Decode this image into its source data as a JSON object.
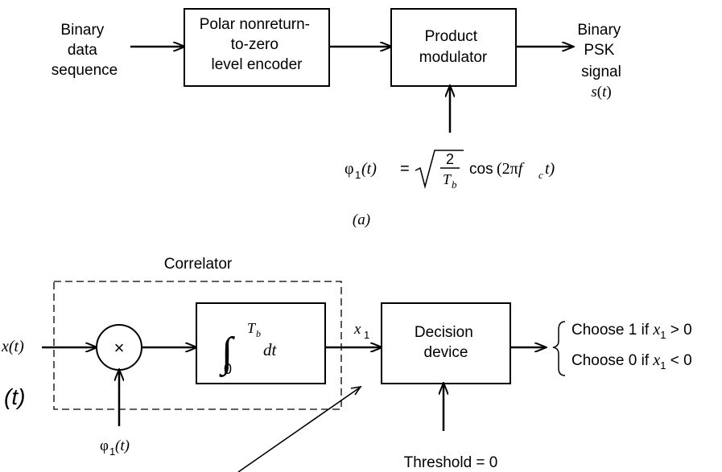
{
  "transmitter": {
    "input_label": [
      "Binary",
      "data",
      "sequence"
    ],
    "encoder_label": [
      "Polar nonreturn-",
      "to-zero",
      "level encoder"
    ],
    "modulator_label": [
      "Product",
      "modulator"
    ],
    "output_label": [
      "Binary",
      "PSK",
      "signal"
    ],
    "output_symbol": {
      "var": "s",
      "paren_open": "(",
      "arg": "t",
      "paren_close": ")"
    },
    "carrier_equation": {
      "phi": "φ",
      "phi_sub": "1",
      "lhs_arg": "(t)",
      "equals": "=",
      "frac_num": "2",
      "frac_den": "T",
      "frac_den_sub": "b",
      "func": "cos",
      "arg_open": "(2π",
      "arg_f": "f",
      "arg_f_sub": "c",
      "arg_close": "t)"
    },
    "caption": "(a)"
  },
  "receiver": {
    "correlator_label": "Correlator",
    "input_symbol": {
      "var": "x",
      "arg": "(t)"
    },
    "multiplier_symbol": "×",
    "integrator": {
      "sign": "∫",
      "upper": "T",
      "upper_sub": "b",
      "lower": "0",
      "dt": "dt"
    },
    "correlator_output": {
      "var": "x",
      "sub": "1"
    },
    "decision_label": [
      "Decision",
      "device"
    ],
    "phi_input": {
      "phi": "φ",
      "sub": "1",
      "arg": "(t)"
    },
    "threshold_label": "Threshold = 0",
    "decisions": [
      {
        "prefix": "Choose 1 if ",
        "var": "x",
        "sub": "1",
        "rel": " > 0"
      },
      {
        "prefix": "Choose 0 if ",
        "var": "x",
        "sub": "1",
        "rel": " < 0"
      }
    ],
    "stray_text": "(t)"
  }
}
